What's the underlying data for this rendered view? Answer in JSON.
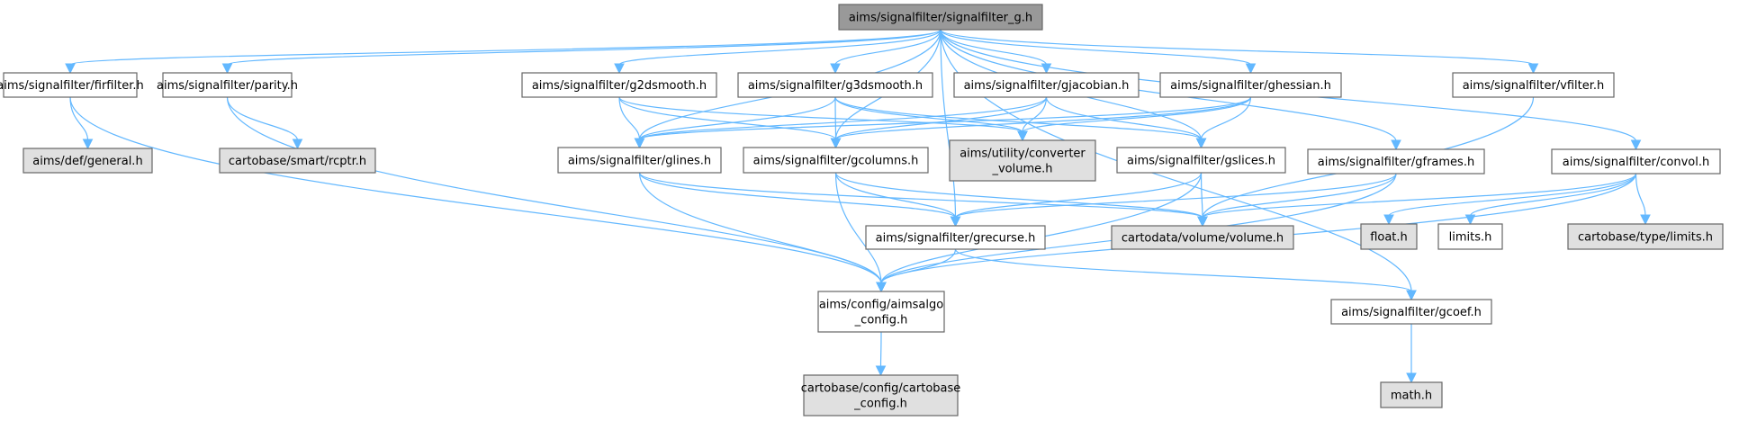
{
  "diagram": {
    "type": "include-dependency-graph",
    "colors": {
      "edge": "#63b8ff",
      "root_fill": "#999999",
      "local_fill": "#ffffff",
      "external_fill": "#e0e0e0",
      "border": "#666666"
    },
    "nodes": [
      {
        "id": "root",
        "lines": [
          "aims/signalfilter/signalfilter_g.h"
        ],
        "kind": "root"
      },
      {
        "id": "firfilter",
        "lines": [
          "aims/signalfilter/firfilter.h"
        ],
        "kind": "local"
      },
      {
        "id": "parity",
        "lines": [
          "aims/signalfilter/parity.h"
        ],
        "kind": "local"
      },
      {
        "id": "g2dsmooth",
        "lines": [
          "aims/signalfilter/g2dsmooth.h"
        ],
        "kind": "local"
      },
      {
        "id": "g3dsmooth",
        "lines": [
          "aims/signalfilter/g3dsmooth.h"
        ],
        "kind": "local"
      },
      {
        "id": "gjacobian",
        "lines": [
          "aims/signalfilter/gjacobian.h"
        ],
        "kind": "local"
      },
      {
        "id": "ghessian",
        "lines": [
          "aims/signalfilter/ghessian.h"
        ],
        "kind": "local"
      },
      {
        "id": "vfilter",
        "lines": [
          "aims/signalfilter/vfilter.h"
        ],
        "kind": "local"
      },
      {
        "id": "general",
        "lines": [
          "aims/def/general.h"
        ],
        "kind": "external"
      },
      {
        "id": "rcptr",
        "lines": [
          "cartobase/smart/rcptr.h"
        ],
        "kind": "external"
      },
      {
        "id": "glines",
        "lines": [
          "aims/signalfilter/glines.h"
        ],
        "kind": "local"
      },
      {
        "id": "gcolumns",
        "lines": [
          "aims/signalfilter/gcolumns.h"
        ],
        "kind": "local"
      },
      {
        "id": "converter",
        "lines": [
          "aims/utility/converter",
          "_volume.h"
        ],
        "kind": "external"
      },
      {
        "id": "gslices",
        "lines": [
          "aims/signalfilter/gslices.h"
        ],
        "kind": "local"
      },
      {
        "id": "gframes",
        "lines": [
          "aims/signalfilter/gframes.h"
        ],
        "kind": "local"
      },
      {
        "id": "convol",
        "lines": [
          "aims/signalfilter/convol.h"
        ],
        "kind": "local"
      },
      {
        "id": "grecurse",
        "lines": [
          "aims/signalfilter/grecurse.h"
        ],
        "kind": "local"
      },
      {
        "id": "volume",
        "lines": [
          "cartodata/volume/volume.h"
        ],
        "kind": "external"
      },
      {
        "id": "float",
        "lines": [
          "float.h"
        ],
        "kind": "external"
      },
      {
        "id": "limits",
        "lines": [
          "limits.h"
        ],
        "kind": "local"
      },
      {
        "id": "typelimits",
        "lines": [
          "cartobase/type/limits.h"
        ],
        "kind": "external"
      },
      {
        "id": "aimsalgo_config",
        "lines": [
          "aims/config/aimsalgo",
          "_config.h"
        ],
        "kind": "local"
      },
      {
        "id": "gcoef",
        "lines": [
          "aims/signalfilter/gcoef.h"
        ],
        "kind": "local"
      },
      {
        "id": "cartobase_config",
        "lines": [
          "cartobase/config/cartobase",
          "_config.h"
        ],
        "kind": "external"
      },
      {
        "id": "math",
        "lines": [
          "math.h"
        ],
        "kind": "external"
      }
    ],
    "edges": [
      [
        "root",
        "firfilter"
      ],
      [
        "root",
        "parity"
      ],
      [
        "root",
        "g2dsmooth"
      ],
      [
        "root",
        "g3dsmooth"
      ],
      [
        "root",
        "gjacobian"
      ],
      [
        "root",
        "ghessian"
      ],
      [
        "root",
        "vfilter"
      ],
      [
        "root",
        "glines"
      ],
      [
        "root",
        "gcolumns"
      ],
      [
        "root",
        "gslices"
      ],
      [
        "root",
        "gframes"
      ],
      [
        "root",
        "convol"
      ],
      [
        "root",
        "grecurse"
      ],
      [
        "root",
        "gcoef"
      ],
      [
        "firfilter",
        "general"
      ],
      [
        "firfilter",
        "aimsalgo_config"
      ],
      [
        "parity",
        "rcptr"
      ],
      [
        "parity",
        "aimsalgo_config"
      ],
      [
        "g2dsmooth",
        "glines"
      ],
      [
        "g2dsmooth",
        "gcolumns"
      ],
      [
        "g2dsmooth",
        "converter"
      ],
      [
        "g3dsmooth",
        "glines"
      ],
      [
        "g3dsmooth",
        "gcolumns"
      ],
      [
        "g3dsmooth",
        "converter"
      ],
      [
        "g3dsmooth",
        "gslices"
      ],
      [
        "gjacobian",
        "glines"
      ],
      [
        "gjacobian",
        "gcolumns"
      ],
      [
        "gjacobian",
        "converter"
      ],
      [
        "gjacobian",
        "gslices"
      ],
      [
        "ghessian",
        "glines"
      ],
      [
        "ghessian",
        "gcolumns"
      ],
      [
        "ghessian",
        "converter"
      ],
      [
        "ghessian",
        "gslices"
      ],
      [
        "vfilter",
        "volume"
      ],
      [
        "glines",
        "grecurse"
      ],
      [
        "glines",
        "volume"
      ],
      [
        "glines",
        "aimsalgo_config"
      ],
      [
        "gcolumns",
        "grecurse"
      ],
      [
        "gcolumns",
        "volume"
      ],
      [
        "gcolumns",
        "aimsalgo_config"
      ],
      [
        "gslices",
        "grecurse"
      ],
      [
        "gslices",
        "volume"
      ],
      [
        "gslices",
        "aimsalgo_config"
      ],
      [
        "gframes",
        "grecurse"
      ],
      [
        "gframes",
        "volume"
      ],
      [
        "gframes",
        "aimsalgo_config"
      ],
      [
        "convol",
        "volume"
      ],
      [
        "convol",
        "float"
      ],
      [
        "convol",
        "limits"
      ],
      [
        "convol",
        "typelimits"
      ],
      [
        "convol",
        "aimsalgo_config"
      ],
      [
        "grecurse",
        "aimsalgo_config"
      ],
      [
        "grecurse",
        "gcoef"
      ],
      [
        "aimsalgo_config",
        "cartobase_config"
      ],
      [
        "gcoef",
        "math"
      ]
    ]
  }
}
